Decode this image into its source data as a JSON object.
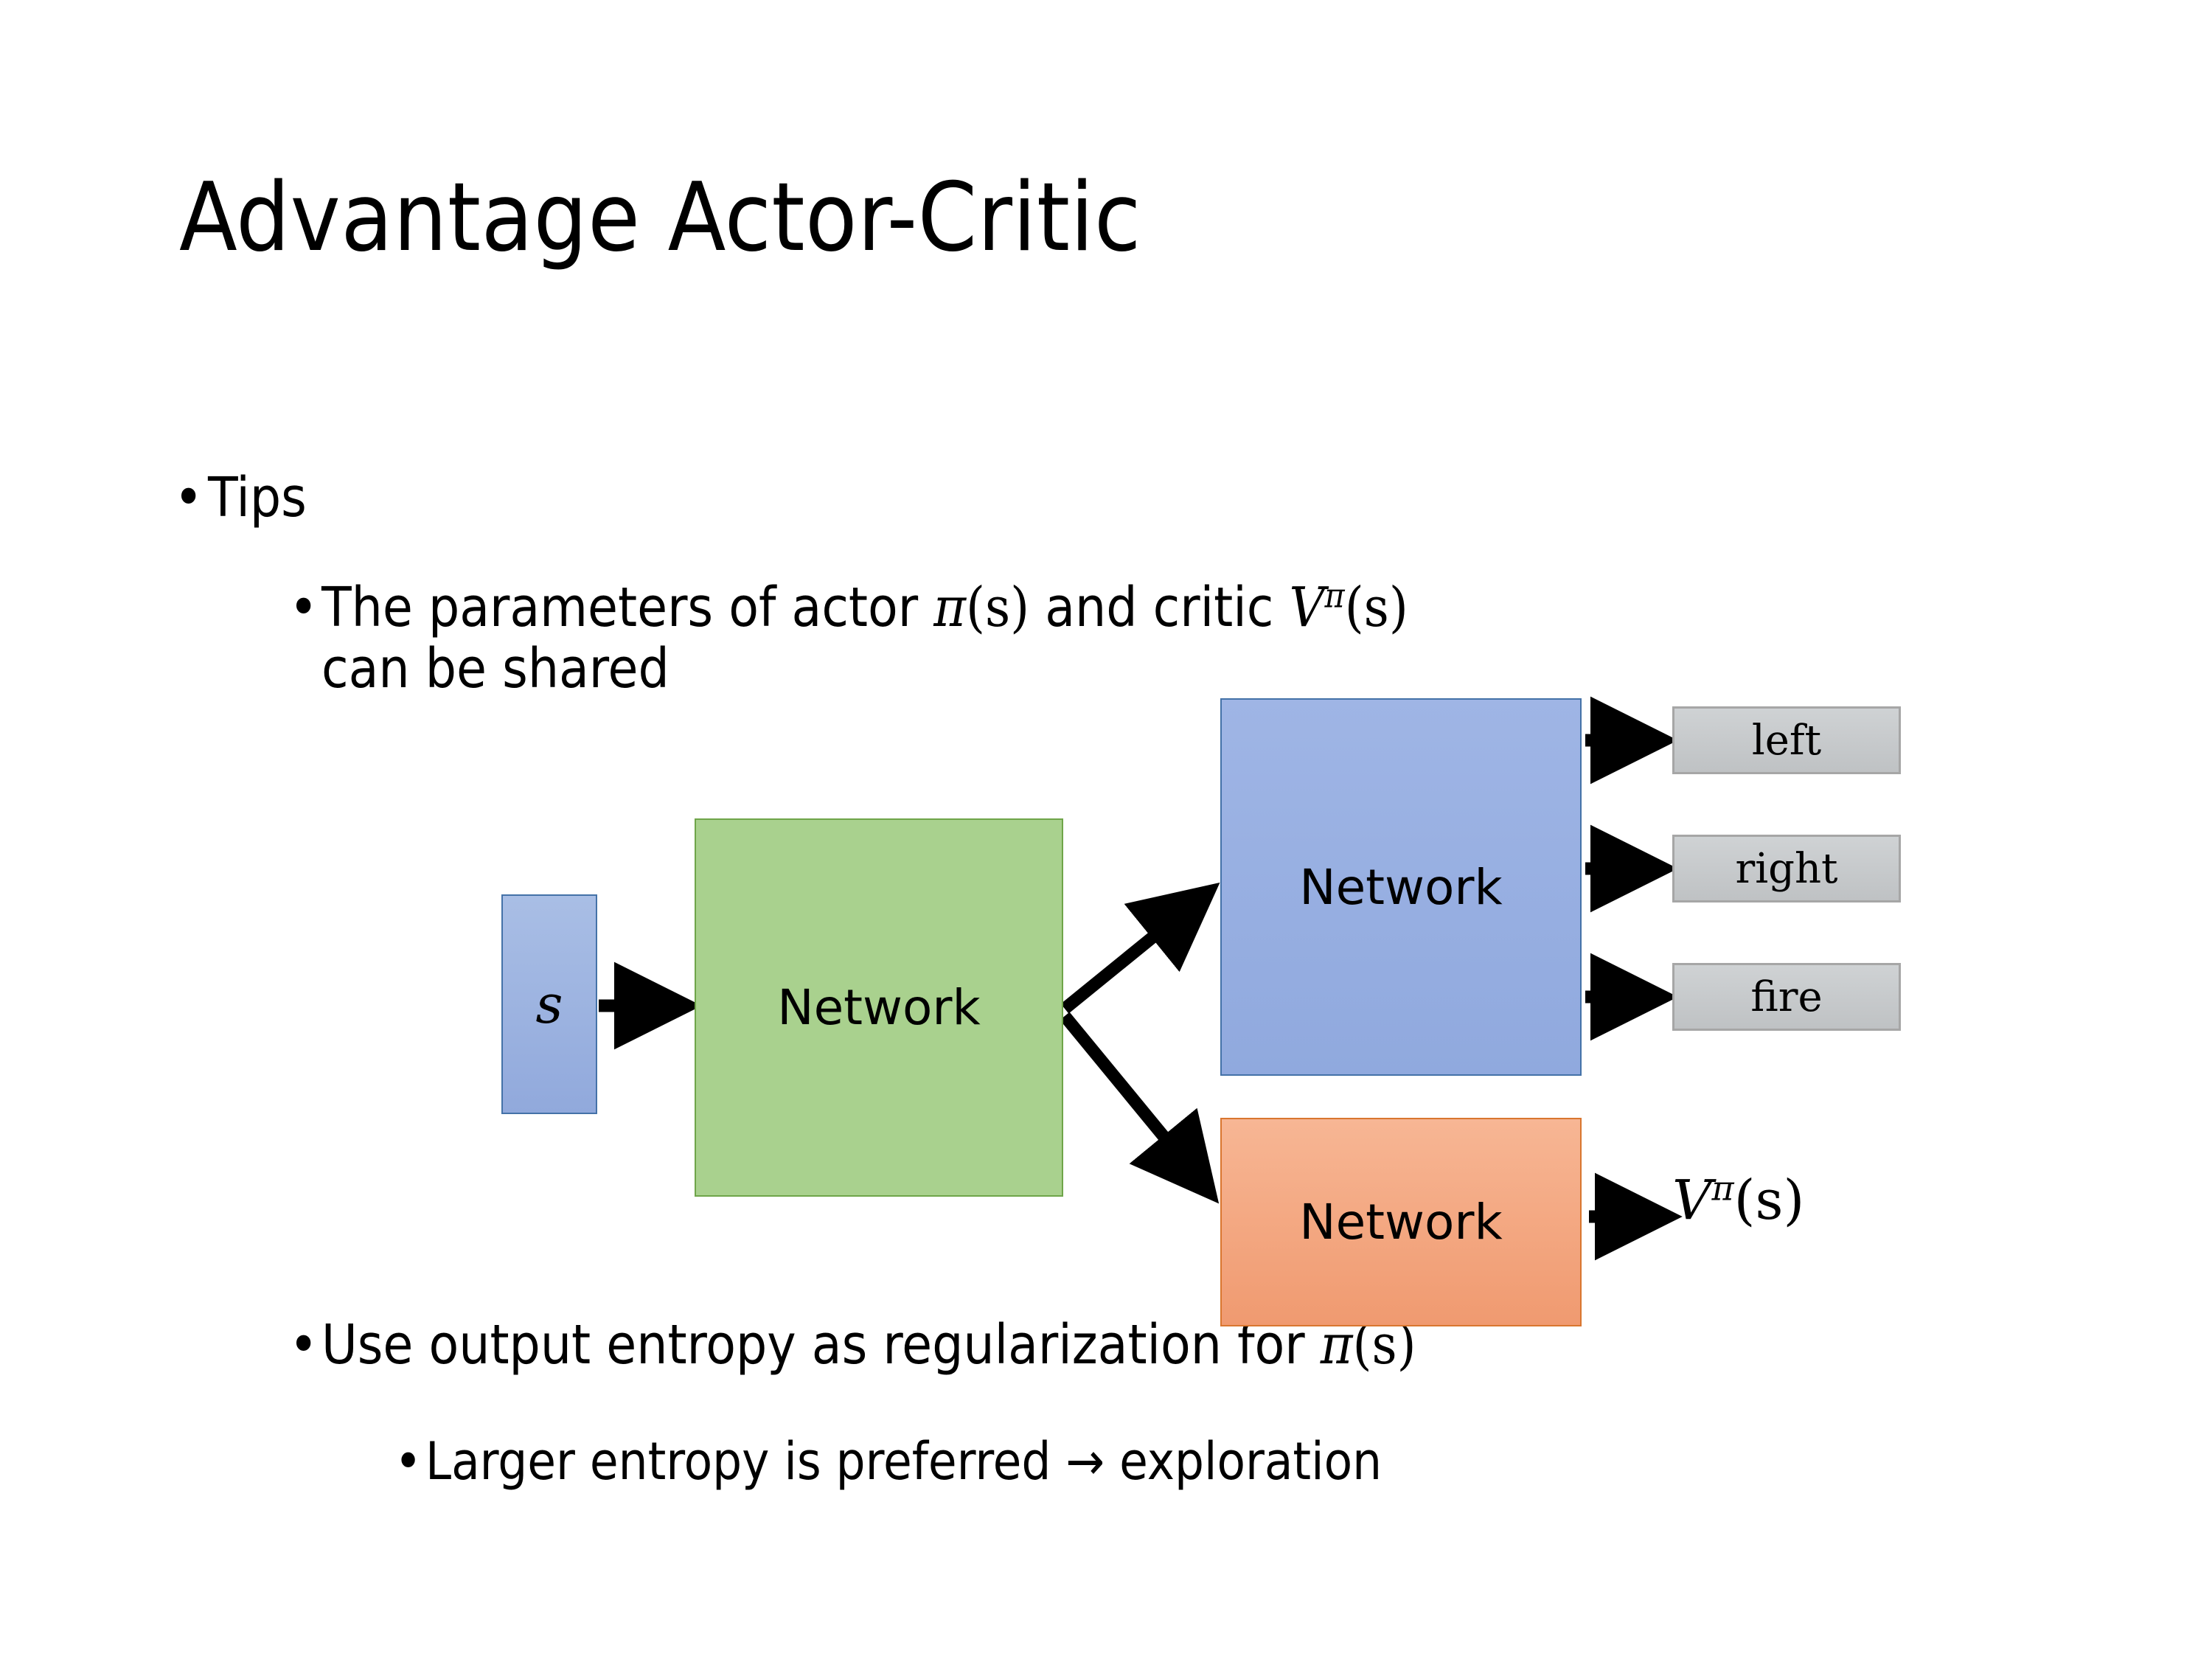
{
  "slide": {
    "title": "Advantage Actor-Critic",
    "background_color": "#FFFFFF"
  },
  "bullets": {
    "tips": {
      "marker": "•",
      "text": "Tips"
    },
    "shared_params": {
      "marker": "•",
      "text_before_pi": "The parameters of actor ",
      "pi_symbol": "π",
      "pi_arg": "(s)",
      "text_middle": "  and critic ",
      "critic_v": "V",
      "critic_sup": "π",
      "critic_arg": "(s)",
      "line2": "can be shared",
      "full_text": "The parameters of actor π(s)  and critic Vπ(s) can be shared"
    },
    "entropy": {
      "marker": "•",
      "text_before_pi": "Use output entropy as regularization for ",
      "pi_symbol": "π",
      "pi_arg": "(s)",
      "full_text": "Use output entropy as regularization for π(s)"
    },
    "larger_entropy": {
      "marker": "•",
      "text": "Larger entropy is preferred → exploration"
    }
  },
  "diagram": {
    "nodes": {
      "input": {
        "label": "s",
        "fill": "#91A9DC",
        "border": "#4472A8"
      },
      "shared_network": {
        "label": "Network",
        "fill": "#A9D18E",
        "border": "#6FA54A"
      },
      "actor_network": {
        "label": "Network",
        "fill": "#95AEDF",
        "border": "#4472A8"
      },
      "critic_network": {
        "label": "Network",
        "fill": "#F4A882",
        "border": "#D9762F"
      }
    },
    "action_outputs": [
      {
        "label": "left",
        "fill": "#C6C9CB",
        "border": "#A6A6A6"
      },
      {
        "label": "right",
        "fill": "#C6C9CB",
        "border": "#A6A6A6"
      },
      {
        "label": "fire",
        "fill": "#C6C9CB",
        "border": "#A6A6A6"
      }
    ],
    "critic_output": {
      "symbol": "V",
      "superscript": "π",
      "argument": "(s)",
      "full_text": "Vπ(s)"
    },
    "arrows": [
      {
        "name": "input-to-shared",
        "from": "input",
        "to": "shared_network"
      },
      {
        "name": "shared-to-actor",
        "from": "shared_network",
        "to": "actor_network"
      },
      {
        "name": "shared-to-critic",
        "from": "shared_network",
        "to": "critic_network"
      },
      {
        "name": "actor-to-left",
        "from": "actor_network",
        "to": "left"
      },
      {
        "name": "actor-to-right",
        "from": "actor_network",
        "to": "right"
      },
      {
        "name": "actor-to-fire",
        "from": "actor_network",
        "to": "fire"
      },
      {
        "name": "critic-to-value",
        "from": "critic_network",
        "to": "critic_output"
      }
    ],
    "arrow_color": "#000000"
  }
}
